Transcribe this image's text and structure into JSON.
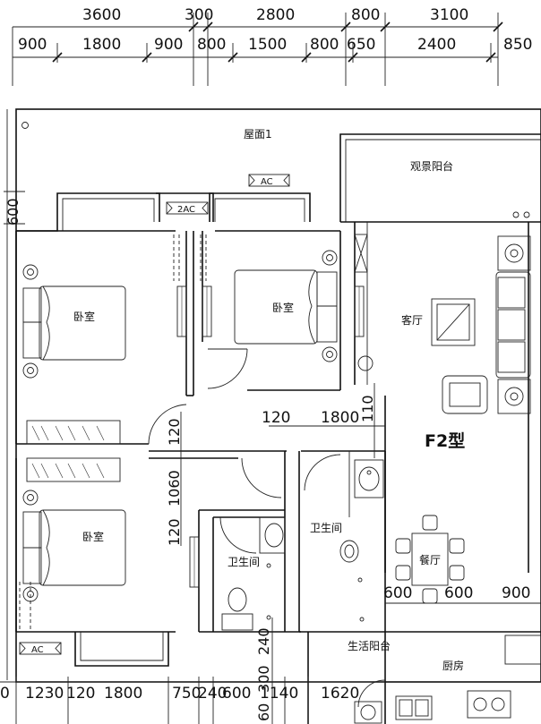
{
  "title": "F2型",
  "rooms": {
    "roof": "屋面1",
    "balcony_view": "观景阳台",
    "bedroom_1": "卧室",
    "bedroom_2": "卧室",
    "bedroom_3": "卧室",
    "living_room": "客厅",
    "dining_room": "餐厅",
    "bathroom_1": "卫生间",
    "bathroom_2": "卫生间",
    "utility_balcony": "生活阳台",
    "kitchen": "厨房"
  },
  "ac_labels": [
    "AC",
    "2AC",
    "AC"
  ],
  "dims_top_row1": [
    "3600",
    "300",
    "2800",
    "800",
    "3100"
  ],
  "dims_top_row2": [
    "900",
    "1800",
    "900",
    "800",
    "1500",
    "800",
    "650",
    "2400",
    "850"
  ],
  "dims_left": [
    "600"
  ],
  "dims_interior": {
    "d120a": "120",
    "d1800": "1800",
    "d110": "110",
    "d120b": "120",
    "d1060": "1060",
    "d120c": "120",
    "d240": "240",
    "d300": "300",
    "d60": "60",
    "d600a": "600",
    "d600b": "600",
    "d900": "900"
  },
  "dims_bottom": [
    "0",
    "1230",
    "120",
    "1800",
    "750",
    "240",
    "600",
    "1140",
    "1620"
  ]
}
